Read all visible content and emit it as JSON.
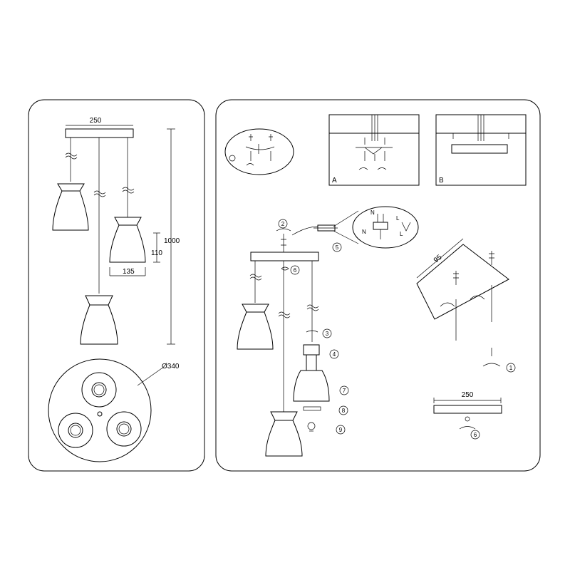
{
  "left_panel": {
    "dims": {
      "canopy_width": "250",
      "total_height": "1000",
      "shade_height": "110",
      "shade_width": "135",
      "canopy_diameter": "Ø340"
    }
  },
  "right_panel": {
    "detail_labels": {
      "a": "A",
      "b": "B"
    },
    "wiring": {
      "n1": "N",
      "l1": "L",
      "n2": "N",
      "l2": "L"
    },
    "steps": [
      "1",
      "2",
      "3",
      "4",
      "5",
      "6",
      "7",
      "8",
      "9"
    ],
    "bracket": {
      "distance": "95"
    },
    "plate": {
      "width": "250"
    }
  }
}
